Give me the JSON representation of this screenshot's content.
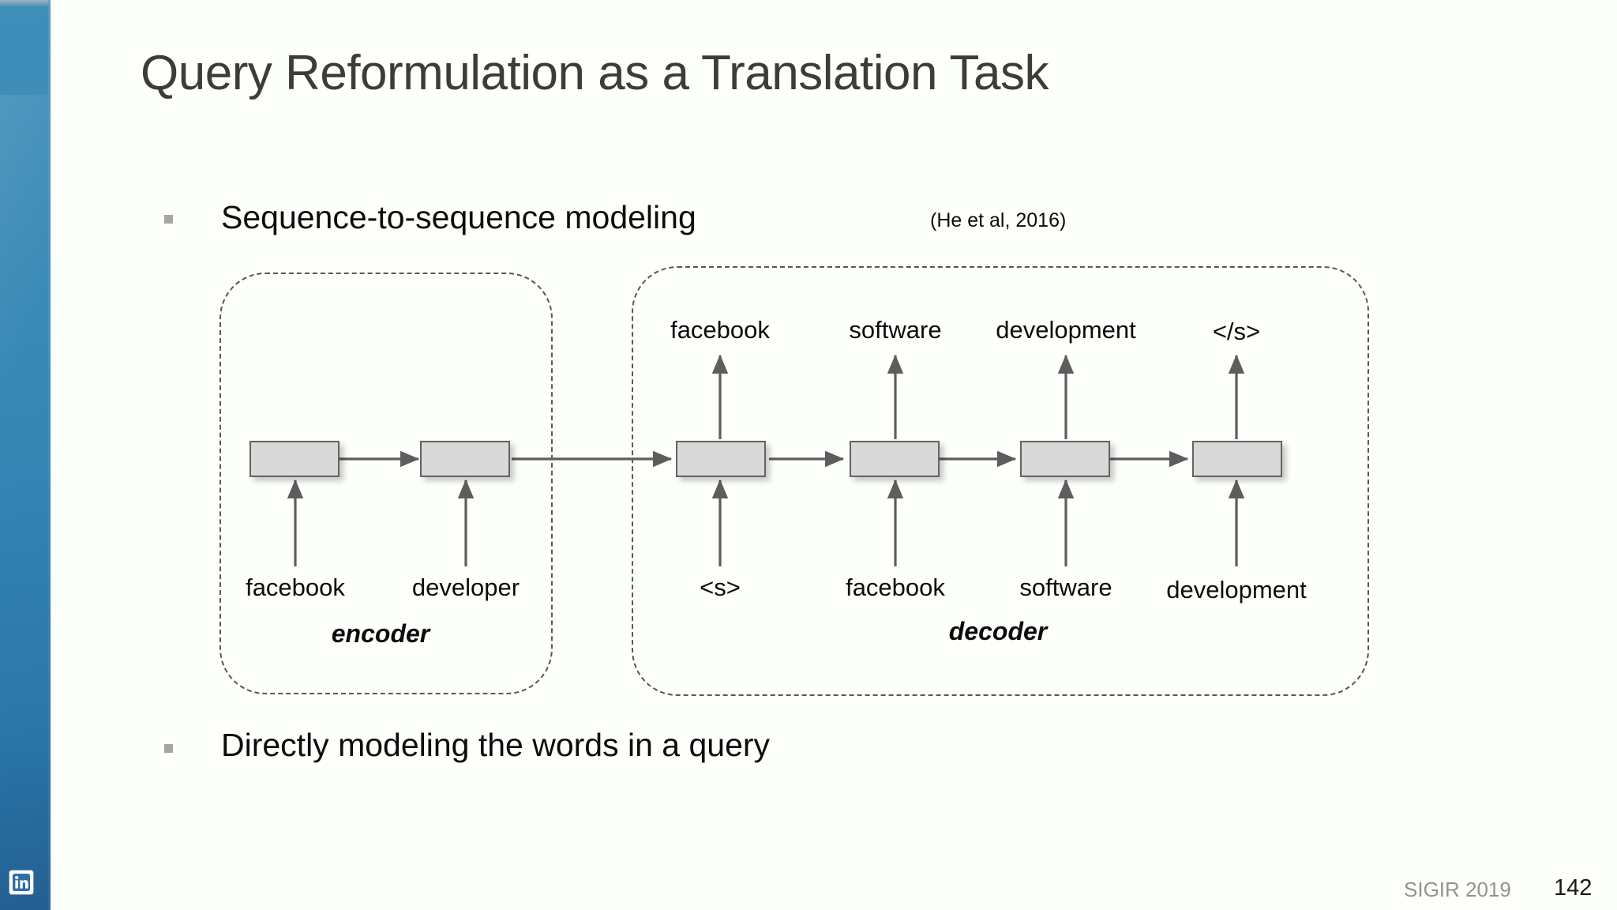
{
  "slide": {
    "title": "Query Reformulation as a Translation Task",
    "background_color": "#fdfffb",
    "title_color": "#3c3c3b",
    "accent_color": "#3585b4"
  },
  "bullets": [
    {
      "text": "Sequence-to-sequence modeling",
      "citation": "(He et al, 2016)"
    },
    {
      "text": "Directly modeling the words in a query",
      "citation": ""
    }
  ],
  "diagram": {
    "encoder": {
      "label": "encoder",
      "inputs": [
        "facebook",
        "developer"
      ],
      "outputs": []
    },
    "decoder": {
      "label": "decoder",
      "inputs": [
        "<s>",
        "facebook",
        "software",
        "development"
      ],
      "outputs": [
        "facebook",
        "software",
        "development",
        "</s>"
      ]
    },
    "cell_fill": "#d9d9d9",
    "cell_stroke": "#636363",
    "group_stroke": "#58585a"
  },
  "footer": {
    "conference": "SIGIR 2019",
    "page_number": "142",
    "logo": "linkedin-logo"
  }
}
